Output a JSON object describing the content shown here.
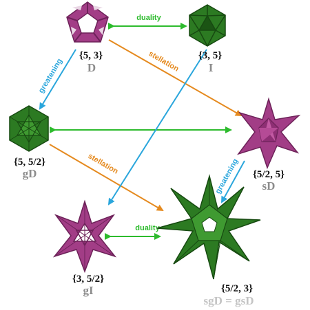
{
  "colors": {
    "duality": "#2dbb2d",
    "stellation": "#e58a1f",
    "greatening": "#2aa6dc",
    "magenta": "#a23d86",
    "green": "#2c7a22",
    "label_gray": "#8c8c8c",
    "label_light": "#c4c4c4"
  },
  "nodes": {
    "D": {
      "schlafli": "{5, 3}",
      "symbol": "D",
      "shape": "dodecahedron-icon"
    },
    "I": {
      "schlafli": "{3, 5}",
      "symbol": "I",
      "shape": "icosahedron-icon"
    },
    "gD": {
      "schlafli": "{5, 5/2}",
      "symbol": "gD",
      "shape": "great-dodecahedron-icon"
    },
    "sD": {
      "schlafli": "{5/2, 5}",
      "symbol": "sD",
      "shape": "small-stellated-dodecahedron-icon"
    },
    "gI": {
      "schlafli": "{3, 5/2}",
      "symbol": "gI",
      "shape": "great-icosahedron-icon"
    },
    "sgD": {
      "schlafli": "{5/2, 3}",
      "symbol": "sgD = gsD",
      "shape": "great-stellated-dodecahedron-icon"
    }
  },
  "edges": {
    "duality_label": "duality",
    "stellation_label": "stellation",
    "greatening_label": "greatening"
  }
}
